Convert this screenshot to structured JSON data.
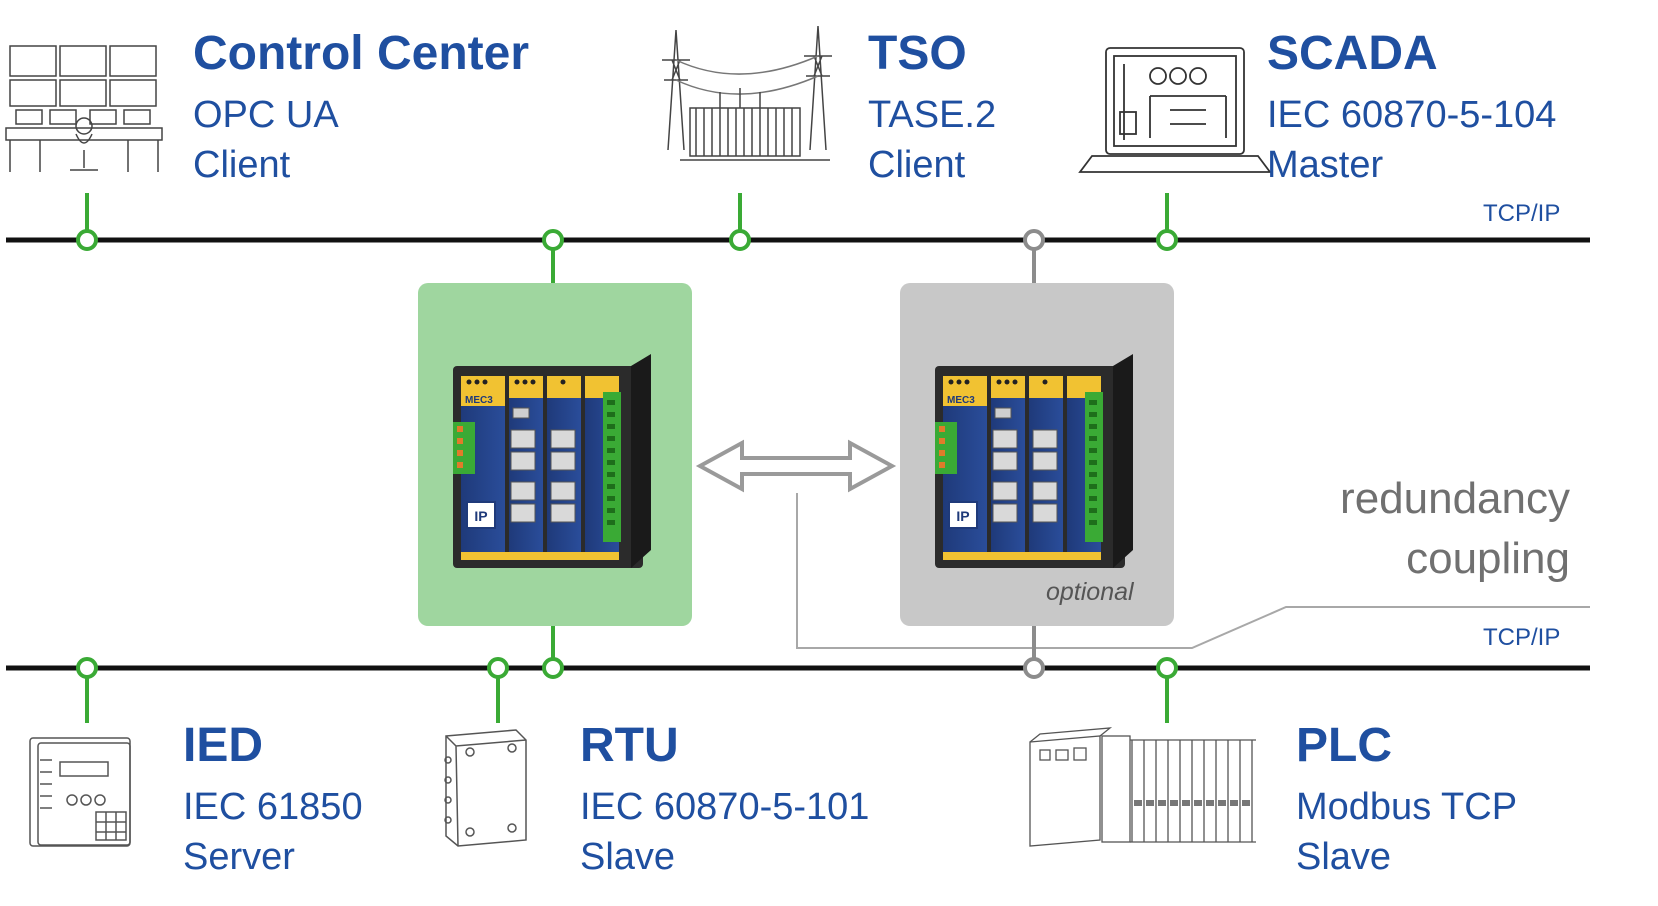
{
  "nodes": {
    "control_center": {
      "title": "Control Center",
      "protocol": "OPC UA",
      "role": "Client",
      "icon": "control-room-icon"
    },
    "tso": {
      "title": "TSO",
      "protocol": "TASE.2",
      "role": "Client",
      "icon": "substation-pylon-icon"
    },
    "scada": {
      "title": "SCADA",
      "protocol": "IEC 60870-5-104",
      "role": "Master",
      "icon": "laptop-scada-icon"
    },
    "ied": {
      "title": "IED",
      "protocol": "IEC 61850",
      "role": "Server",
      "icon": "protection-relay-icon"
    },
    "rtu": {
      "title": "RTU",
      "protocol": "IEC 60870-5-101",
      "role": "Slave",
      "icon": "rtu-box-icon"
    },
    "plc": {
      "title": "PLC",
      "protocol": "Modbus TCP",
      "role": "Slave",
      "icon": "plc-rack-icon"
    }
  },
  "buses": {
    "upper": {
      "label": "TCP/IP"
    },
    "lower": {
      "label": "TCP/IP"
    }
  },
  "gateways": {
    "primary": {
      "module_label": "MEC3",
      "color": "#9fd69f"
    },
    "secondary": {
      "module_label": "MEC3",
      "note": "optional",
      "color": "#c8c8c8"
    }
  },
  "redundancy": {
    "line1": "redundancy",
    "line2": "coupling"
  },
  "colors": {
    "title_blue": "#1f4fa0",
    "bus_black": "#111111",
    "connector_green": "#3aaa35",
    "connector_gray": "#8c8c8c"
  }
}
